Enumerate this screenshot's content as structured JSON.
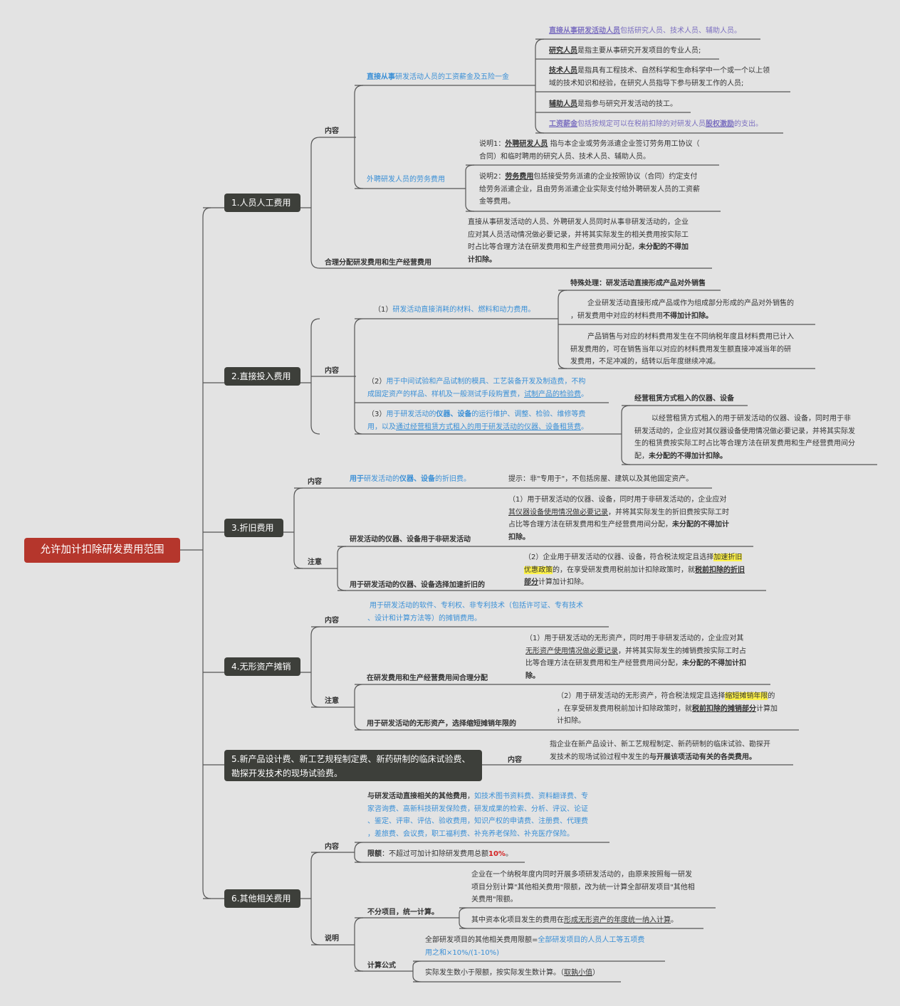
{
  "root": "允许加计扣除研发费用范围",
  "b1": {
    "title": "1.人员人工费用",
    "content_label": "内容",
    "direct": "研发活动人员的工资薪金及五险一金",
    "direct_prefix": "直接从事",
    "d_def_a": "直接从事研发活动人员",
    "d_def_b": "包括研究人员、技术人员、辅助人员。",
    "researcher_a": "研究人员",
    "researcher_b": "是指主要从事研究开发项目的专业人员;",
    "tech_a": "技术人员",
    "tech_b1": "是指具有工程技术、自然科学和生命科学中一个或一个以上领",
    "tech_b2": "域的技术知识和经验，在研究人员指导下参与研发工作的人员;",
    "aux_a": "辅助人员",
    "aux_b": "是指参与研究开发活动的技工。",
    "salary_a": "工资薪金",
    "salary_b": "包括按规定可以在税前扣除的对研发人员",
    "salary_c": "股权激励",
    "salary_d": "的支出。",
    "external": "外聘研发人员的劳务费用",
    "note1_a": "说明1：",
    "note1_b": "外聘研发人员",
    "note1_c": "指与本企业或劳务派遣企业签订劳务用工协议（",
    "note1_d": "合同）和临时聘用的研究人员、技术人员、辅助人员。",
    "note2_a": "说明2：",
    "note2_b": "劳务费用",
    "note2_c": "包括接受劳务派遣的企业按照协议（合同）约定支付",
    "note2_d": "给劳务派遣企业，且由劳务派遣企业实际支付给外聘研发人员的工资薪",
    "note2_e": "金等费用。",
    "alloc_label": "合理分配研发费用和生产经营费用",
    "alloc_1": "直接从事研发活动的人员、外聘研发人员同时从事非研发活动的，企业",
    "alloc_2": "应对其人员活动情况做必要记录，并将其实际发生的相关费用按实际工",
    "alloc_3": "时占比等合理方法在研发费用和生产经营费用间分配，",
    "alloc_4": "未分配的不得加",
    "alloc_5": "计扣除。"
  },
  "b2": {
    "title": "2.直接投入费用",
    "content_label": "内容",
    "item1_a": "（1）",
    "item1_b": "研发活动直接消耗的材料、燃料和动力费用。",
    "special": "特殊处理：研发活动直接形成产品对外销售",
    "sp1_a": "企业研发活动直接形成产品或作为组成部分形成的产品对外销售的",
    "sp1_b": "，研发费用中对应的材料费用",
    "sp1_c": "不得加计扣除。",
    "sp2_a": "产品销售与对应的材料费用发生在不同纳税年度且材料费用已计入",
    "sp2_b": "研发费用的，可在销售当年以对应的材料费用发生额直接冲减当年的研",
    "sp2_c": "发费用，不足冲减的，结转以后年度继续冲减。",
    "item2_a": "（2）",
    "item2_b": "用于中间试验和产品试制的模具、工艺装备开发及制造费，不构",
    "item2_c": "成固定资产的样品、样机及一般测试手段购置费，",
    "item2_d": "试制产品的检验费",
    "item2_e": "。",
    "item3_a": "（3）",
    "item3_b": "用于研发活动的",
    "item3_c": "仪器、设备",
    "item3_d": "的运行维护、调整、检验、维修等费",
    "item3_e": "用，以及",
    "item3_f": "通过经营租赁方式租入的用于研发活动的仪器、设备租赁费",
    "item3_g": "。",
    "lease_title": "经营租赁方式租入的仪器、设备",
    "lease_1": "以经营租赁方式租入的用于研发活动的仪器、设备，同时用于非",
    "lease_2": "研发活动的，企业应对其仪器设备使用情况做必要记录，并将其实际发",
    "lease_3": "生的租赁费按实际工时占比等合理方法在研发费用和生产经营费用间分",
    "lease_4": "配，",
    "lease_5": "未分配的不得加计扣除。"
  },
  "b3": {
    "title": "3.折旧费用",
    "content_label": "内容",
    "content_a": "用于",
    "content_b": "研发活动的",
    "content_c": "仪器、设备",
    "content_d": "的折旧费。",
    "tip": "提示：非\"专用于\"，不包括房屋、建筑以及其他固定资产。",
    "note_label": "注意",
    "n1_label": "研发活动的仪器、设备用于非研发活动",
    "n1_a": "（1）用于研发活动的仪器、设备，同时用于非研发活动的，企业应对",
    "n1_b": "其仪器设备使用情况做必要记录",
    "n1_c": "，并将其实际发生的折旧费按实际工时",
    "n1_d": "占比等合理方法在研发费用和生产经营费用间分配，",
    "n1_e": "未分配的不得加计",
    "n1_f": "扣除。",
    "n2_label": "用于研发活动的仪器、设备选择加速折旧的",
    "n2_a": "（2）企业用于研发活动的仪器、设备，符合税法规定且选择",
    "n2_b": "加速折旧",
    "n2_c": "优惠政策",
    "n2_d": "的，在享受研发费用税前加计扣除政策时，就",
    "n2_e": "税前扣除的折旧",
    "n2_f": "部分",
    "n2_g": "计算加计扣除。"
  },
  "b4": {
    "title": "4.无形资产摊销",
    "content_label": "内容",
    "content_a": "用于研发活动的软件、专利权、非专利技术（包括许可证、专有技术",
    "content_b": "、设计和计算方法等）的摊销费用。",
    "note_label": "注意",
    "n1_label": "在研发费用和生产经营费用间合理分配",
    "n1_a": "（1）用于研发活动的无形资产，同时用于非研发活动的，企业应对其",
    "n1_b": "无形资产使用情况做必要记录",
    "n1_c": "，并将其实际发生的摊销费按实际工时占",
    "n1_d": "比等合理方法在研发费用和生产经营费用间分配，",
    "n1_e": "未分配的不得加计扣",
    "n1_f": "除。",
    "n2_label": "用于研发活动的无形资产，选择缩短摊销年限的",
    "n2_a": "（2）用于研发活动的无形资产，符合税法规定且选择",
    "n2_b": "缩短摊销年限",
    "n2_c": "的",
    "n2_d": "，在享受研发费用税前加计扣除政策时，就",
    "n2_e": "税前扣除的摊销部分",
    "n2_f": "计算加",
    "n2_g": "计扣除。"
  },
  "b5": {
    "title_1": "5.新产品设计费、新工艺规程制定费、新药研制的临床试验费、",
    "title_2": "勘探开发技术的现场试验费。",
    "content_label": "内容",
    "content_a": "指企业在新产品设计、新工艺规程制定、新药研制的临床试验、勘探开",
    "content_b": "发技术的现场试验过程中发生的",
    "content_c": "与开展该项活动有关的各类费用。"
  },
  "b6": {
    "title": "6.其他相关费用",
    "content_label": "内容",
    "other_a": "与研发活动直接相关的其他费用",
    "other_b": "，",
    "other_c": "如技术图书资料费、资料翻译费、专",
    "other_d": "家咨询费、高新科技研发保险费，研发成果的检索、分析、评议、论证",
    "other_e": "、鉴定、评审、评估、验收费用，知识产权的申请费、注册费、代理费",
    "other_f": "，差旅费、会议费，职工福利费、补充养老保险、补充医疗保险。",
    "limit_a": "限额",
    "limit_b": "：不超过可加计扣除研发费用总额",
    "limit_c": "10%",
    "limit_d": "。",
    "note_label": "说明",
    "n1_label": "不分项目，统一计算。",
    "n1_a": "企业在一个纳税年度内同时开展多项研发活动的，由原来按照每一研发",
    "n1_b": "项目分别计算\"其他相关费用\"限额，改为统一计算全部研发项目\"其他相",
    "n1_c": "关费用\"限额。",
    "n1_d": "其中资本化项目发生的费用在",
    "n1_e": "形成无形资产的年度统一纳入计算",
    "n1_f": "。",
    "n2_label": "计算公式",
    "n2_a": "全部研发项目的其他相关费用限额=",
    "n2_b": "全部研发项目的人员人工等五项费",
    "n2_c": "用之和×10%/(1-10%)",
    "n2_d": "实际发生数小于限额，按实际发生数计算。（",
    "n2_e": "取孰小值",
    "n2_f": "）"
  },
  "colors": {
    "root": "#b5362c",
    "branch": "#3d3f3a",
    "line": "#444444",
    "accent": "#3a8fd6",
    "link": "#7b6fc0",
    "highlight": "#fff34a"
  }
}
